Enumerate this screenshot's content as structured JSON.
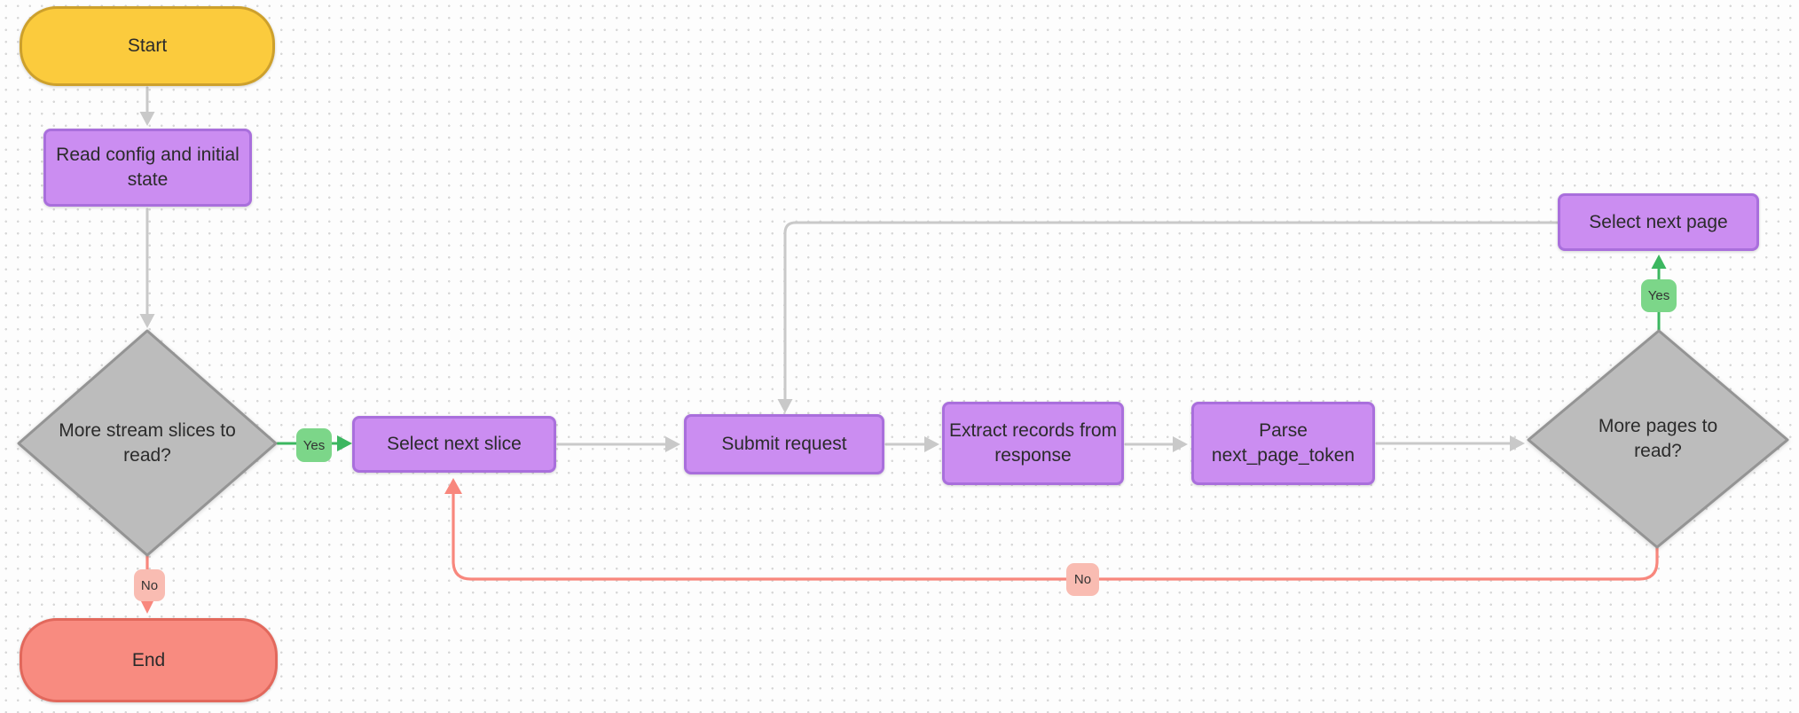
{
  "diagram": {
    "type": "flowchart",
    "nodes": {
      "start": {
        "label": "Start",
        "kind": "terminal"
      },
      "read_config": {
        "label": "Read config and initial state",
        "kind": "process"
      },
      "more_slices": {
        "label": "More stream slices to read?",
        "kind": "decision"
      },
      "select_next_slice": {
        "label": "Select next slice",
        "kind": "process"
      },
      "submit_request": {
        "label": "Submit request",
        "kind": "process"
      },
      "extract_records": {
        "label": "Extract records from response",
        "kind": "process"
      },
      "parse_token": {
        "label": "Parse next_page_token",
        "kind": "process"
      },
      "more_pages": {
        "label": "More pages to read?",
        "kind": "decision"
      },
      "select_next_page": {
        "label": "Select next page",
        "kind": "process"
      },
      "end": {
        "label": "End",
        "kind": "terminal"
      }
    },
    "edge_labels": {
      "yes_slices": "Yes",
      "no_slices": "No",
      "yes_pages": "Yes",
      "no_pages": "No"
    },
    "colors": {
      "canvas_bg": "#FDFDFD",
      "canvas_dot": "#D7D7D7",
      "gray_edge": "#C9C9C9",
      "green_edge": "#3CB760",
      "green_label_bg": "#7CD689",
      "red_edge": "#F8877D",
      "pink_label_bg": "#F9BCB2",
      "process_fill": "#CB8DF1",
      "process_border": "#A96FDC",
      "start_fill": "#FBCB3D",
      "start_border": "#CDA02C",
      "end_fill": "#F88B80",
      "end_border": "#E2685C",
      "decision_fill": "#BCBCBC",
      "decision_border": "#949494",
      "text": "#2B2B2B"
    }
  }
}
